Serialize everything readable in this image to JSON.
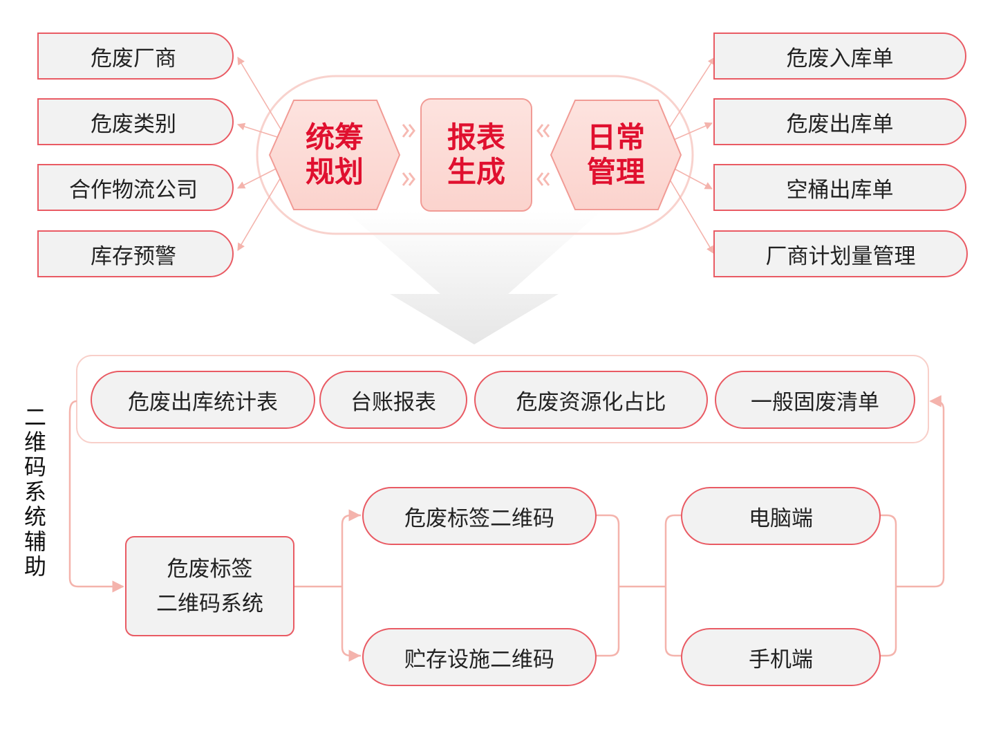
{
  "left_items": [
    "危废厂商",
    "危废类别",
    "合作物流公司",
    "库存预警"
  ],
  "right_items": [
    "危废入库单",
    "危废出库单",
    "空桶出库单",
    "厂商计划量管理"
  ],
  "center": {
    "plan": [
      "统筹",
      "规划"
    ],
    "report": [
      "报表",
      "生成"
    ],
    "daily": [
      "日常",
      "管理"
    ]
  },
  "reports": [
    "危废出库统计表",
    "台账报表",
    "危废资源化占比",
    "一般固废清单"
  ],
  "qr_system": [
    "危废标签",
    "二维码系统"
  ],
  "qr_types": [
    "危废标签二维码",
    "贮存设施二维码"
  ],
  "terminals": [
    "电脑端",
    "手机端"
  ],
  "side_label_chars": [
    "二",
    "维",
    "码",
    "系",
    "统",
    "辅",
    "助"
  ],
  "colors": {
    "accent": "#e0102f",
    "border": "#e95a63",
    "fill": "#f2f2f2",
    "connector": "#f4b3ac"
  }
}
